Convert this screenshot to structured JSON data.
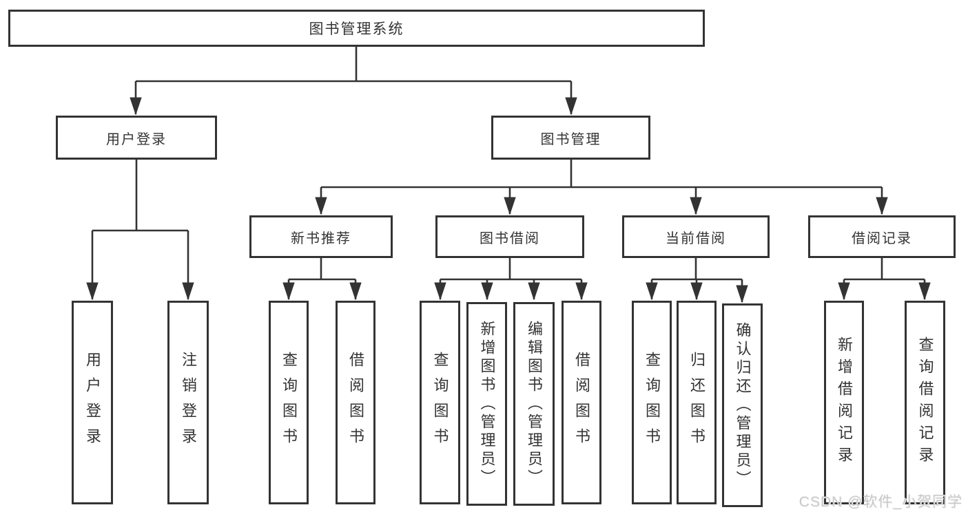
{
  "diagram": {
    "type": "hierarchy-tree",
    "root_label": "图书管理系统",
    "hierarchy": {
      "图书管理系统": {
        "用户登录": [
          "用户登录",
          "注销登录"
        ],
        "图书管理": {
          "新书推荐": [
            "查询图书",
            "借阅图书"
          ],
          "图书借阅": [
            "查询图书",
            "新增图书（管理员）",
            "编辑图书（管理员）",
            "借阅图书"
          ],
          "当前借阅": [
            "查询图书",
            "归还图书",
            "确认归还（管理员）"
          ],
          "借阅记录": [
            "新增借阅记录",
            "查询借阅记录"
          ]
        }
      }
    }
  },
  "nodes": {
    "root": {
      "label": "图书管理系统"
    },
    "user_login": {
      "label": "用户登录"
    },
    "book_mgmt": {
      "label": "图书管理"
    },
    "new_book_rec": {
      "label": "新书推荐"
    },
    "book_borrow": {
      "label": "图书借阅"
    },
    "current_borrow": {
      "label": "当前借阅"
    },
    "borrow_records": {
      "label": "借阅记录"
    },
    "login_leaf": {
      "label": "用户登录"
    },
    "logout_leaf": {
      "label": "注销登录"
    },
    "rec_query_book": {
      "label": "查询图书"
    },
    "rec_borrow_book": {
      "label": "借阅图书"
    },
    "bb_query_book": {
      "label": "查询图书"
    },
    "bb_add_book": {
      "label": "新增图书（管理员）"
    },
    "bb_edit_book": {
      "label": "编辑图书（管理员）"
    },
    "bb_borrow_book": {
      "label": "借阅图书"
    },
    "cb_query_book": {
      "label": "查询图书"
    },
    "cb_return_book": {
      "label": "归还图书"
    },
    "cb_confirm_return": {
      "label": "确认归还（管理员）"
    },
    "br_add_record": {
      "label": "新增借阅记录"
    },
    "br_query_record": {
      "label": "查询借阅记录"
    }
  },
  "watermark": {
    "text": "CSDN @软件_小贺同学"
  },
  "colors": {
    "line": "#333333",
    "border": "#333333",
    "text": "#333333",
    "watermark": "#c9c9c9",
    "background": "#ffffff"
  }
}
